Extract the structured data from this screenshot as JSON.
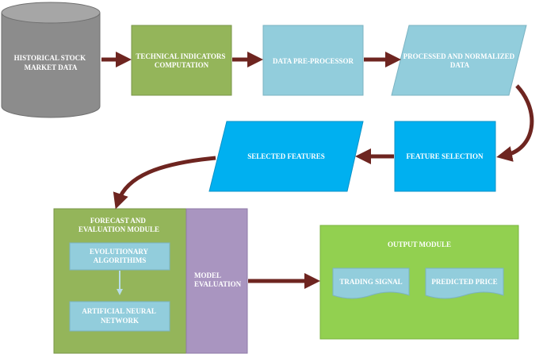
{
  "colors": {
    "cylinder": "#8c8c8c",
    "green": "#94b55a",
    "light_blue": "#92cddc",
    "cyan": "#00b0f0",
    "bright_green": "#92d050",
    "purple": "#a995c0",
    "arrow": "#6e2520"
  },
  "nodes": {
    "historical": [
      "HISTORICAL STOCK",
      "MARKET DATA"
    ],
    "technical": [
      "TECHNICAL INDICATORS",
      "COMPUTATION"
    ],
    "preprocessor": [
      "DATA PRE-PROCESSOR"
    ],
    "processed": [
      "PROCESSED AND NORMALIZED",
      "DATA"
    ],
    "feature_selection": [
      "FEATURE SELECTION"
    ],
    "selected_features": [
      "SELECTED FEATURES"
    ],
    "forecast": [
      "FORECAST AND",
      "EVALUATION MODULE"
    ],
    "evolutionary": [
      "EVOLUTIONARY",
      "ALGORITHIMS"
    ],
    "ann": [
      "ARTIFICIAL NEURAL",
      "NETWORK"
    ],
    "model_eval": [
      "MODEL",
      "EVALUATION"
    ],
    "output": [
      "OUTPUT MODULE"
    ],
    "trading": [
      "TRADING SIGNAL"
    ],
    "predicted": [
      "PREDICTED PRICE"
    ]
  }
}
